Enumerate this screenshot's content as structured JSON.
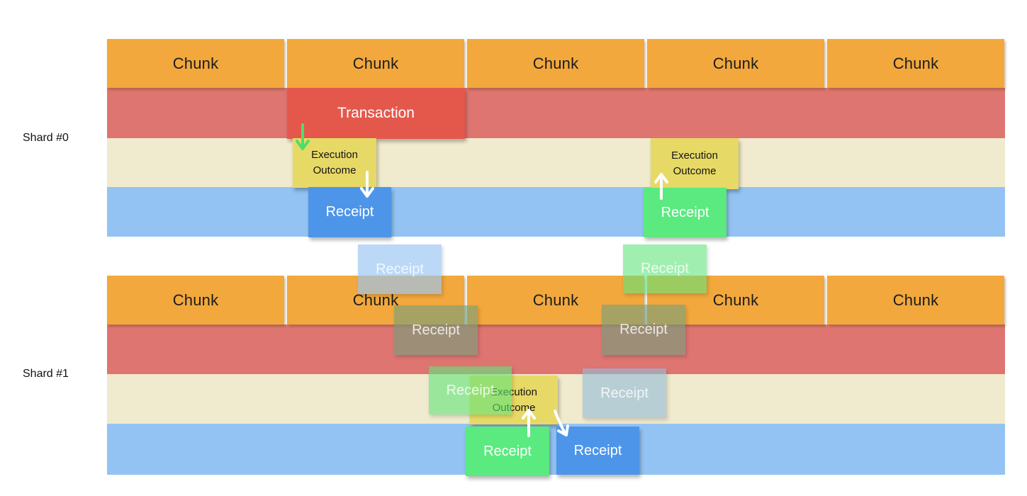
{
  "colors": {
    "chunk_orange": "#F2A83C",
    "band_red": "#DE7571",
    "band_cream": "#F0EACE",
    "band_blue": "#93C3F2",
    "transaction_red": "#E4584C",
    "execution_yellow": "#E7D966",
    "receipt_blue": "#4C95E9",
    "receipt_green": "#5AEA7F",
    "ghost_receipt_blue": "rgba(151,196,242,0.65)",
    "ghost_receipt_green": "rgba(96,229,124,0.60)",
    "ghost_receipt_grey_green": "rgba(118,158,124,0.62)",
    "ghost_receipt_steel_blue": "rgba(148,190,216,0.62)",
    "arrow_green": "#4ADF69",
    "arrow_white": "#FFFFFF",
    "chunk_text": "#1C1C1C",
    "label_text": "#111111"
  },
  "shard0": {
    "label": "Shard #0",
    "chunks": [
      "Chunk",
      "Chunk",
      "Chunk",
      "Chunk",
      "Chunk"
    ],
    "transaction": {
      "label": "Transaction"
    },
    "execution_outcomes": [
      {
        "line1": "Execution",
        "line2": "Outcome"
      },
      {
        "line1": "Execution",
        "line2": "Outcome"
      }
    ],
    "receipts": [
      {
        "label": "Receipt"
      },
      {
        "label": "Receipt"
      }
    ]
  },
  "transit": {
    "receipts": [
      {
        "label": "Receipt"
      },
      {
        "label": "Receipt"
      }
    ]
  },
  "shard1": {
    "label": "Shard #1",
    "chunks": [
      "Chunk",
      "Chunk",
      "Chunk",
      "Chunk",
      "Chunk"
    ],
    "incoming_receipts": [
      {
        "label": "Receipt"
      },
      {
        "label": "Receipt"
      }
    ],
    "queued_receipts": [
      {
        "label": "Receipt"
      },
      {
        "label": "Receipt"
      }
    ],
    "execution_outcome": {
      "line1": "Execution",
      "line2": "Outcome"
    },
    "receipts": [
      {
        "label": "Receipt"
      },
      {
        "label": "Receipt"
      }
    ]
  }
}
